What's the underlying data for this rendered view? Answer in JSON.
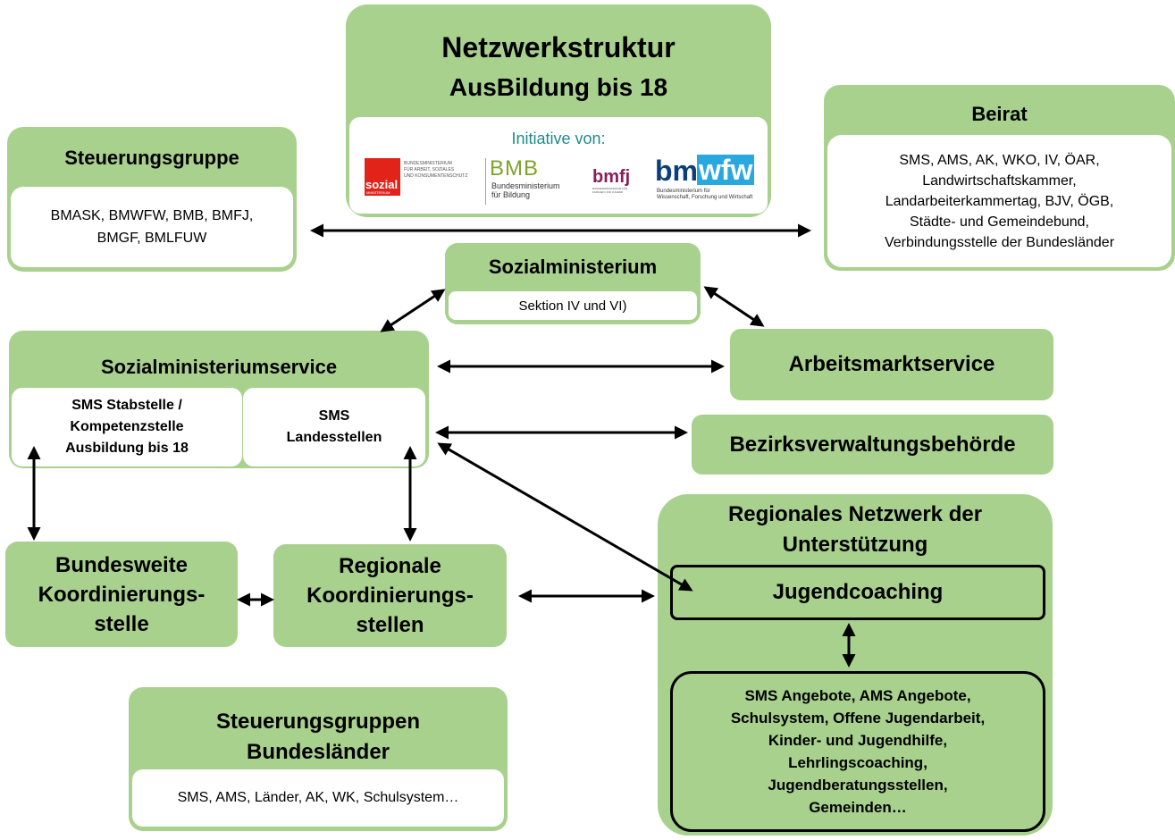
{
  "header": {
    "title_line1": "Netzwerkstruktur",
    "title_line2": "AusBildung bis 18",
    "initiative_label": "Initiative von:"
  },
  "logos": {
    "sozial": {
      "word": "sozial",
      "sub": "MINISTERIUM",
      "text": "BUNDESMINISTERIUM\nFÜR ARBEIT, SOZIALES\nUND KONSUMENTENSCHUTZ"
    },
    "bmb": {
      "word": "BMB",
      "sub": "Bundesministerium\nfür Bildung"
    },
    "bmfj": {
      "word": "bmfj",
      "sub": "BUNDESMINISTERIUM FÜR\nFAMILIEN UND JUGEND"
    },
    "bmwfw": {
      "word_a": "bm",
      "word_b": "wfw",
      "sub": "Bundesministerium für\nWissenschaft, Forschung und Wirtschaft"
    }
  },
  "steuerungsgruppe": {
    "title": "Steuerungsgruppe",
    "members": "BMASK, BMWFW, BMB, BMFJ,\nBMGF, BMLFUW"
  },
  "beirat": {
    "title": "Beirat",
    "members": "SMS, AMS, AK, WKO, IV, ÖAR,\nLandwirtschaftskammer,\nLandarbeiterkammertag, BJV, ÖGB,\nStädte- und Gemeindebund,\nVerbindungsstelle der Bundesländer"
  },
  "sozialministerium": {
    "title": "Sozialministerium",
    "detail": "Sektion IV und VI)"
  },
  "sozialministeriumservice": {
    "title": "Sozialministeriumservice",
    "left": "SMS Stabstelle /\nKompetenzstelle\nAusbildung  bis 18",
    "right": "SMS\nLandesstellen"
  },
  "arbeitsmarktservice": {
    "title": "Arbeitsmarktservice"
  },
  "bezirksverwaltung": {
    "title": "Bezirksverwaltungsbehörde"
  },
  "bundesweite": {
    "title": "Bundesweite\nKoordinierungs-\nstelle"
  },
  "regionale": {
    "title": "Regionale\nKoordinierungs-\nstellen"
  },
  "regionales_netzwerk": {
    "title": "Regionales Netzwerk der\nUnterstützung",
    "jugendcoaching": "Jugendcoaching",
    "angebote": "SMS Angebote, AMS Angebote,\nSchulsystem, Offene Jugendarbeit,\nKinder- und Jugendhilfe,\nLehrlingscoaching,\nJugendberatungsstellen,\nGemeinden…"
  },
  "steuerungsgruppen_bl": {
    "title": "Steuerungsgruppen\nBundesländer",
    "members": "SMS, AMS, Länder, AK, WK, Schulsystem…"
  },
  "colors": {
    "box_green": "#a9d18e",
    "arrow": "#000000",
    "initiative_text": "#1f8a8a"
  }
}
